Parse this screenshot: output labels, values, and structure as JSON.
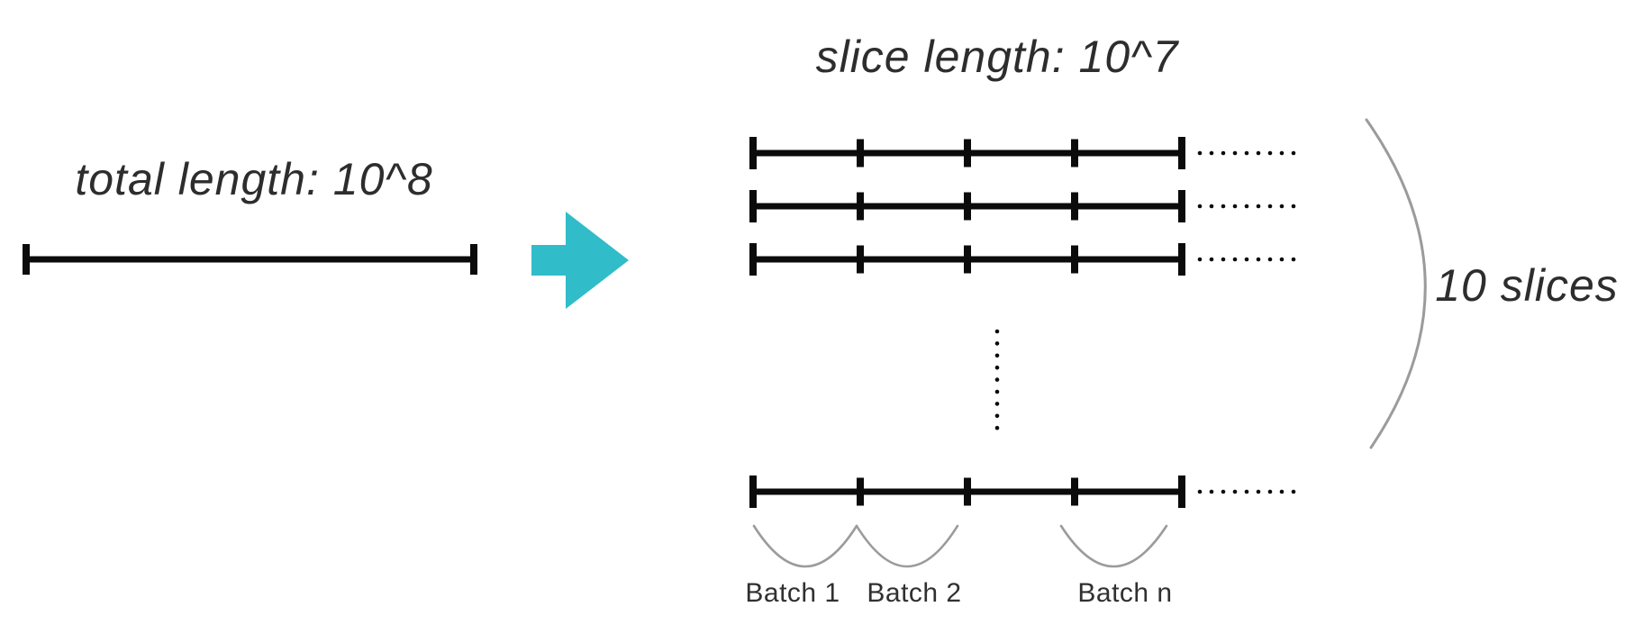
{
  "figure": {
    "left": {
      "label": "total length: 10^8"
    },
    "arrow": {
      "direction": "right"
    },
    "right": {
      "title": "slice length: 10^7",
      "brace_label": "10 slices",
      "batch_labels": [
        "Batch 1",
        "Batch 2",
        "Batch n"
      ],
      "structure": {
        "visible_slice_rows": 3,
        "bottom_slice_rows": 1,
        "ticks_per_row": 5,
        "trailing_dots_per_row": 9,
        "vertical_ellipsis_dots": 9
      }
    },
    "colors": {
      "line": "#0b0b0b",
      "arrow": "#31bcc9",
      "muted": "#9b9b9b",
      "text": "#2d2d2d"
    }
  }
}
